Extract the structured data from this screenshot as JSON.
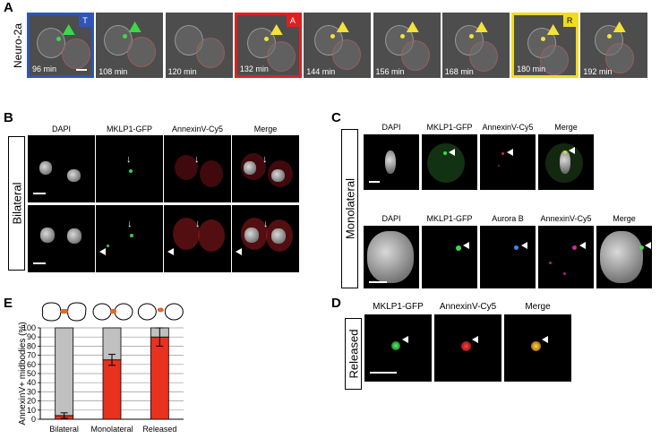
{
  "panelA": {
    "label": "A",
    "row_label": "Neuro-2a",
    "frames": [
      {
        "time": "96 min",
        "corner": "T",
        "border": "#2f55b8",
        "marker": "green"
      },
      {
        "time": "108 min",
        "corner": "",
        "border": "",
        "marker": "green"
      },
      {
        "time": "120 min",
        "corner": "",
        "border": "",
        "marker": "none"
      },
      {
        "time": "132 min",
        "corner": "A",
        "border": "#e02020",
        "marker": "yellow"
      },
      {
        "time": "144 min",
        "corner": "",
        "border": "",
        "marker": "yellow"
      },
      {
        "time": "156 min",
        "corner": "",
        "border": "",
        "marker": "yellow"
      },
      {
        "time": "168 min",
        "corner": "",
        "border": "",
        "marker": "yellow"
      },
      {
        "time": "180 min",
        "corner": "R",
        "border": "#f0dc1e",
        "marker": "yellow"
      },
      {
        "time": "192 min",
        "corner": "",
        "border": "",
        "marker": "yellow"
      }
    ]
  },
  "panelB": {
    "label": "B",
    "row_label": "Bilateral",
    "columns": [
      "DAPI",
      "MKLP1-GFP",
      "AnnexinV-Cy5",
      "Merge"
    ]
  },
  "panelC": {
    "label": "C",
    "row_label": "Monolateral",
    "columns_top": [
      "DAPI",
      "MKLP1-GFP",
      "AnnexinV-Cy5",
      "Merge"
    ],
    "columns_bottom": [
      "DAPI",
      "MKLP1-GFP",
      "Aurora B",
      "AnnexinV-Cy5",
      "Merge"
    ]
  },
  "panelD": {
    "label": "D",
    "row_label": "Released",
    "columns": [
      "MKLP1-GFP",
      "AnnexinV-Cy5",
      "Merge"
    ]
  },
  "panelE": {
    "label": "E",
    "colors": {
      "positive": "#e8321e",
      "negative": "#c0c0c0"
    }
  },
  "chart_data": {
    "type": "bar",
    "stacked": true,
    "categories": [
      "Bilateral",
      "Monolateral",
      "Released"
    ],
    "series": [
      {
        "values": [
          4,
          65,
          90
        ],
        "error": [
          3,
          6,
          10
        ]
      },
      {
        "values": [
          96,
          35,
          10
        ]
      }
    ],
    "ylabel": "AnnexinV+ midbodies (%)",
    "yticks": [
      "0",
      "10",
      "20",
      "30",
      "40",
      "50",
      "60",
      "70",
      "80",
      "90",
      "100"
    ],
    "ylim": [
      0,
      100
    ],
    "grid": true
  }
}
